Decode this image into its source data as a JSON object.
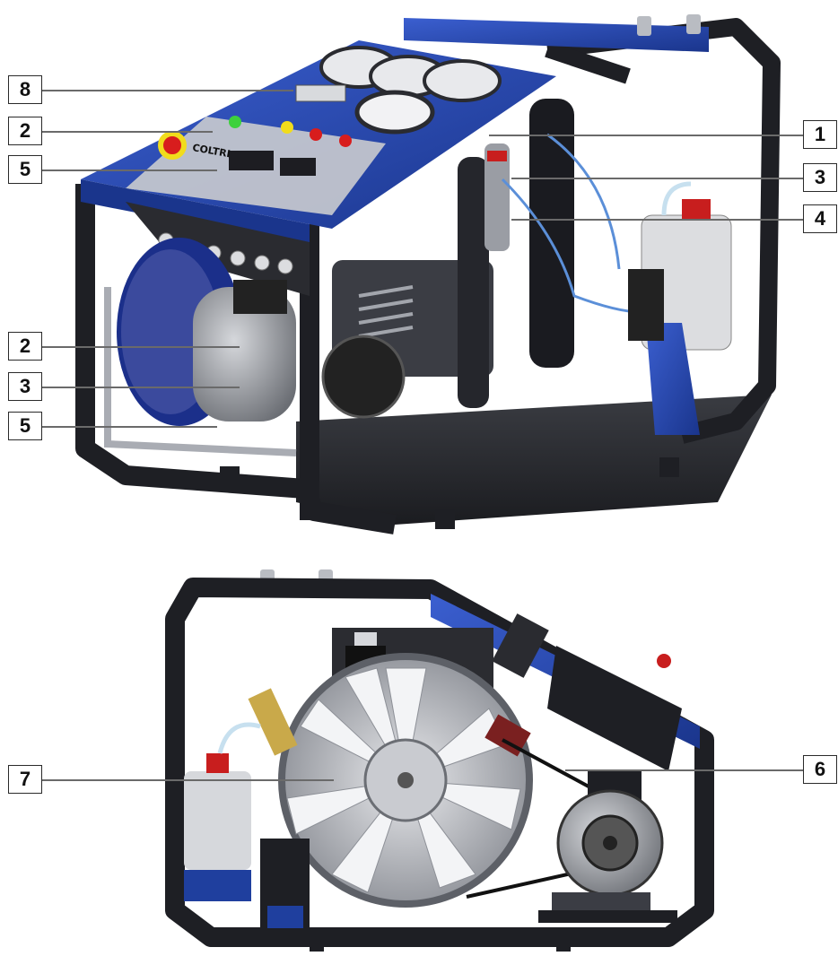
{
  "brand": "COLTRI",
  "callouts": {
    "top_left": [
      "8",
      "2",
      "5",
      "2",
      "3",
      "5"
    ],
    "top_right": [
      "1",
      "3",
      "4"
    ],
    "bottom": [
      "7",
      "6"
    ]
  },
  "colors": {
    "frame": "#1e1f24",
    "panel_blue": "#1f3f9e",
    "panel_blue_light": "#3b5fd0",
    "metal": "#b9bcc2",
    "motor_blue": "#1b2f8a",
    "oil_red": "#c81e1e"
  }
}
